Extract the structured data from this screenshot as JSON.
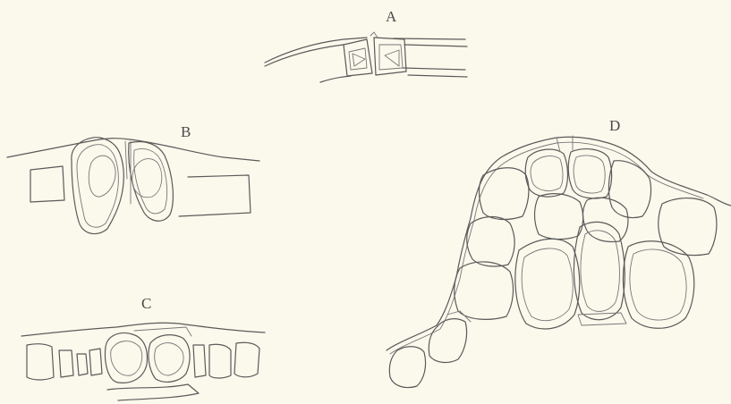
{
  "figure": {
    "background": "#fbf9ec",
    "ink": "#5a5a5a",
    "labels": {
      "a": "A",
      "b": "B",
      "c": "C",
      "d": "D"
    }
  }
}
